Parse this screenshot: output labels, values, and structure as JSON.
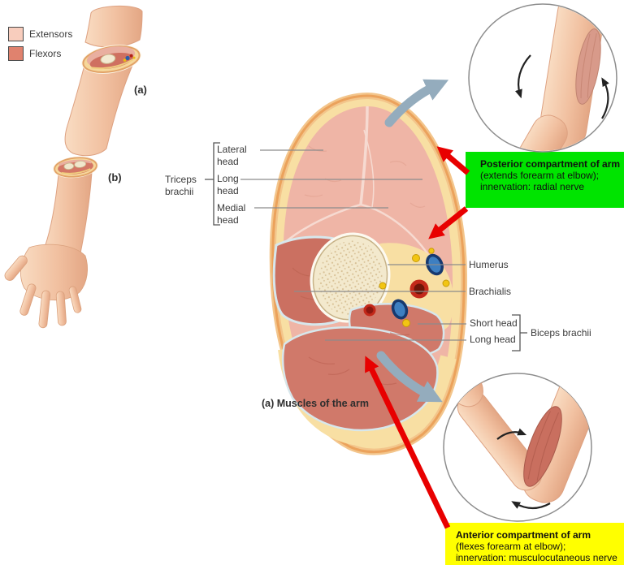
{
  "figure": {
    "caption": "(a) Muscles of the arm"
  },
  "legend": {
    "items": [
      {
        "label": "Extensors",
        "color": "#f8cdbd"
      },
      {
        "label": "Flexors",
        "color": "#e0826e"
      }
    ]
  },
  "panel_labels": {
    "upper_cut": "(a)",
    "lower_cut": "(b)"
  },
  "labels": {
    "triceps_group": "Triceps brachii",
    "triceps_lateral_head": "Lateral head",
    "triceps_long_head": "Long head",
    "triceps_medial_head": "Medial head",
    "humerus": "Humerus",
    "brachialis": "Brachialis",
    "biceps_short_head": "Short head",
    "biceps_long_head": "Long head",
    "biceps_group": "Biceps brachii"
  },
  "callouts": {
    "posterior": {
      "title": "Posterior compartment of arm",
      "action": "(extends forearm at elbow);",
      "innervation": "innervation: radial nerve",
      "bg_color": "#00e400"
    },
    "anterior": {
      "title": "Anterior compartment of arm",
      "action": "(flexes forearm at elbow);",
      "innervation": "innervation: musculocutaneous nerve",
      "bg_color": "#ffff00"
    }
  },
  "colors": {
    "extensor_muscle": "#efb5a6",
    "flexor_muscle": "#cf7465",
    "subcutaneous_fat": "#f8dfa3",
    "skin_outline": "#eba25c",
    "bone": "#f3e9cd",
    "vein_blue": "#3e7fc1",
    "artery_red": "#6e1408",
    "nerve_yellow": "#f2c513",
    "pointer_red": "#e80000",
    "pointer_gray_blue": "#94acbd"
  }
}
